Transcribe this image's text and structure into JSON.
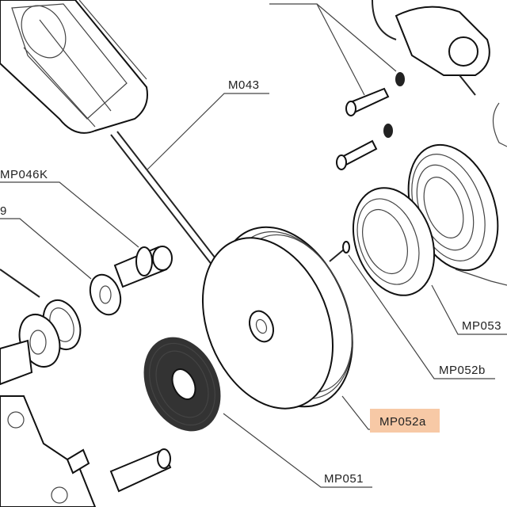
{
  "diagram": {
    "labels": {
      "m043": "M043",
      "mp046k": "MP046K",
      "nine": "9",
      "mp053": "MP053",
      "mp052b": "MP052b",
      "mp052a": "MP052a",
      "mp051": "MP051"
    },
    "highlight_color": "#f7c9a6",
    "highlighted_label": "MP052a"
  }
}
